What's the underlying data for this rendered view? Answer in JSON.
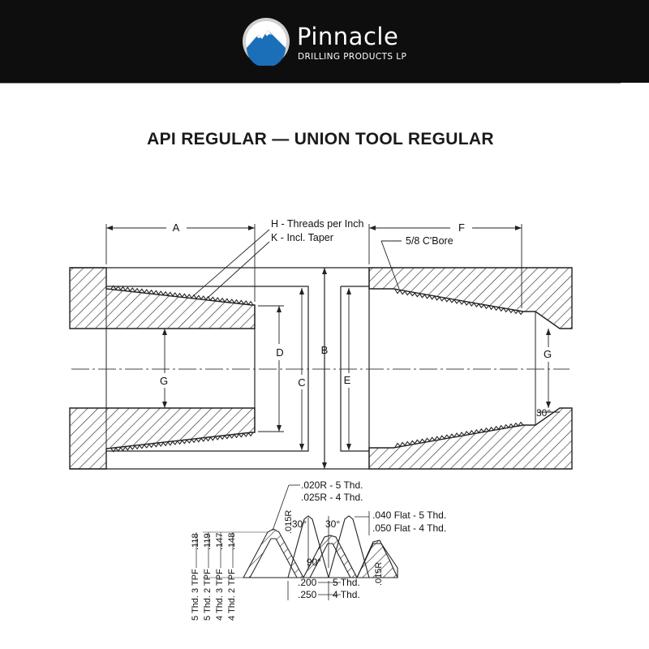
{
  "header": {
    "brand_name": "Pinnacle",
    "brand_subtitle": "DRILLING PRODUCTS LP",
    "logo_icon": "mountain-logo-icon",
    "colors": {
      "background": "#0e0e0e",
      "logo_blue": "#1b6fb8",
      "logo_ring": "#c8c8c8"
    }
  },
  "title": "API REGULAR — UNION TOOL REGULAR",
  "diagram": {
    "labels": {
      "A": "A",
      "B": "B",
      "C": "C",
      "D": "D",
      "E": "E",
      "F": "F",
      "G_left": "G",
      "G_right": "G",
      "H": "H - Threads per Inch",
      "K": "K - Incl. Taper",
      "cbore": "5/8 C'Bore",
      "angle_30": "30°"
    },
    "profile": {
      "radius_5": ".020R - 5 Thd.",
      "radius_4": ".025R - 4 Thd.",
      "root_radius_left": ".015R",
      "root_radius_right": ".015R",
      "flank_left": "30°",
      "flank_right": "30°",
      "flat_5": ".040 Flat - 5 Thd.",
      "flat_4": ".050 Flat - 4 Thd.",
      "angle_90": "90°",
      "pitch_5": ".200",
      "pitch_5_label": "5 Thd.",
      "pitch_4": ".250",
      "pitch_4_label": "4 Thd.",
      "heights": [
        {
          "name": "5 Thd. 3 TPF",
          "value": ".118"
        },
        {
          "name": "5 Thd. 2 TPF",
          "value": ".119"
        },
        {
          "name": "4 Thd. 3 TPF",
          "value": ".147"
        },
        {
          "name": "4 Thd. 2 TPF",
          "value": ".148"
        }
      ]
    }
  }
}
